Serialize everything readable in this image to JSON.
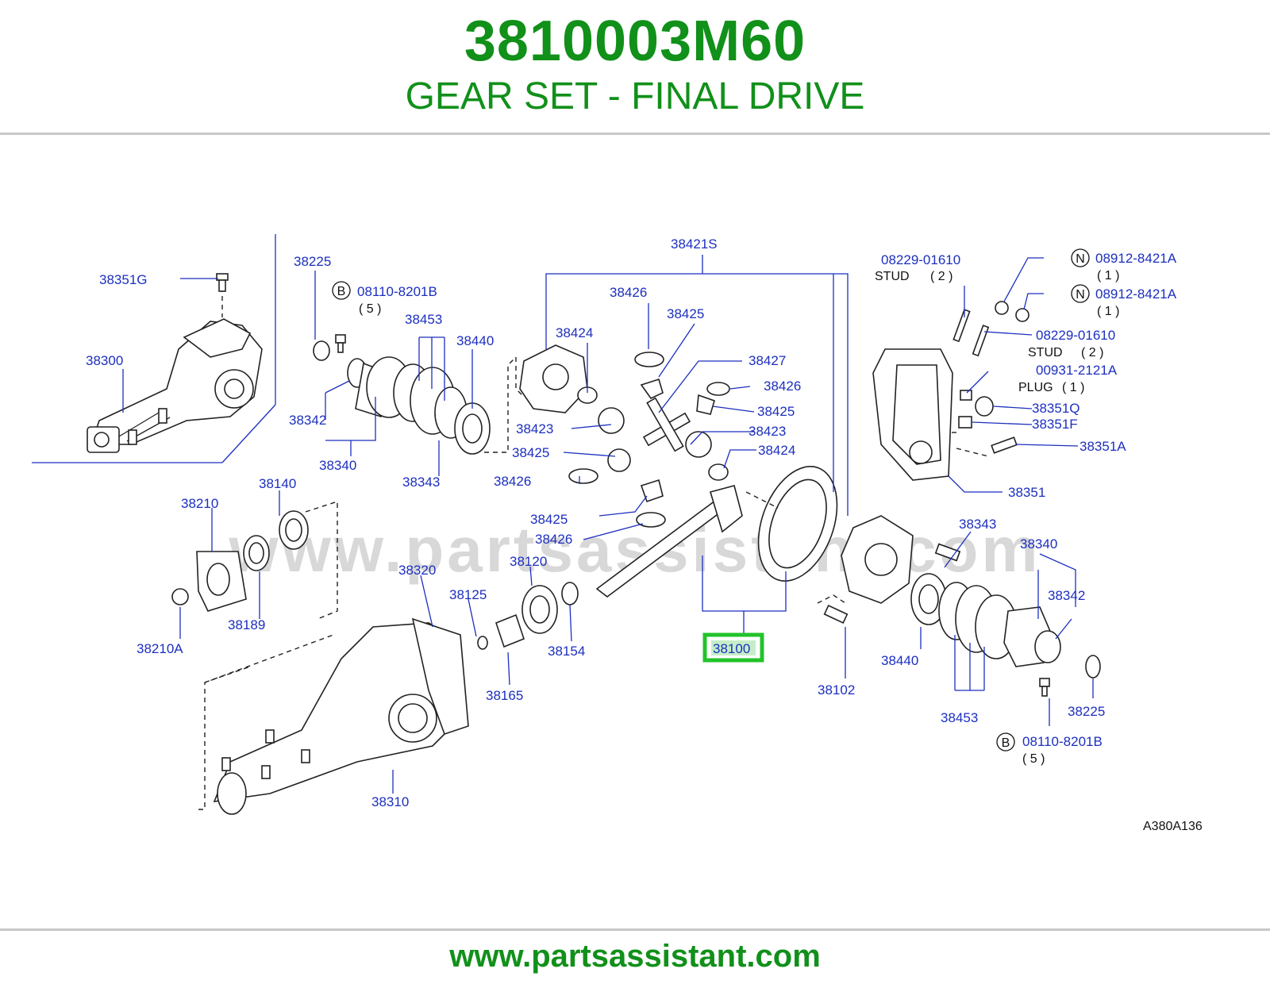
{
  "header": {
    "part_number": "3810003M60",
    "description": "GEAR SET - FINAL DRIVE"
  },
  "footer": {
    "website": "www.partsassistant.com"
  },
  "watermark": "www.partsassistant.com",
  "diagram_code": "A380A136",
  "highlighted_part": "38100",
  "colors": {
    "brand_green": "#11901a",
    "label_blue": "#1c2fbf",
    "highlight_green": "#22c32a"
  },
  "labels": {
    "p38351G": "38351G",
    "p38300": "38300",
    "p38225a": "38225",
    "p08110a": "08110-8201B",
    "q08110a": "( 5 )",
    "badgeBa": "B",
    "p38453a": "38453",
    "p38440a": "38440",
    "p38342a": "38342",
    "p38340a": "38340",
    "p38343a": "38343",
    "p38421S": "38421S",
    "p38426a": "38426",
    "p38425a": "38425",
    "p38424a": "38424",
    "p38427": "38427",
    "p38426b": "38426",
    "p38425b": "38425",
    "p38423a": "38423",
    "p38423b": "38423",
    "p38424b": "38424",
    "p38425c": "38425",
    "p38426c": "38426",
    "p38425d": "38425",
    "p38426d": "38426",
    "p08229a": "08229-01610",
    "stud1": "STUD",
    "q_stud1": "( 2 )",
    "badgeNa": "N",
    "p08912a": "08912-8421A",
    "q08912a": "( 1 )",
    "badgeNb": "N",
    "p08912b": "08912-8421A",
    "q08912b": "( 1 )",
    "p08229b": "08229-01610",
    "stud2": "STUD",
    "q_stud2": "( 2 )",
    "p00931": "00931-2121A",
    "plug": "PLUG",
    "q_plug": "( 1 )",
    "p38351Q": "38351Q",
    "p38351F": "38351F",
    "p38351A": "38351A",
    "p38351": "38351",
    "p38210": "38210",
    "p38140": "38140",
    "p38189": "38189",
    "p38210A": "38210A",
    "p38320": "38320",
    "p38125": "38125",
    "p38120": "38120",
    "p38154": "38154",
    "p38165": "38165",
    "p38310": "38310",
    "p38100": "38100",
    "p38102": "38102",
    "p38343b": "38343",
    "p38340b": "38340",
    "p38342b": "38342",
    "p38440b": "38440",
    "p38453b": "38453",
    "p38225b": "38225",
    "p08110b": "08110-8201B",
    "q08110b": "( 5 )",
    "badgeBb": "B"
  }
}
